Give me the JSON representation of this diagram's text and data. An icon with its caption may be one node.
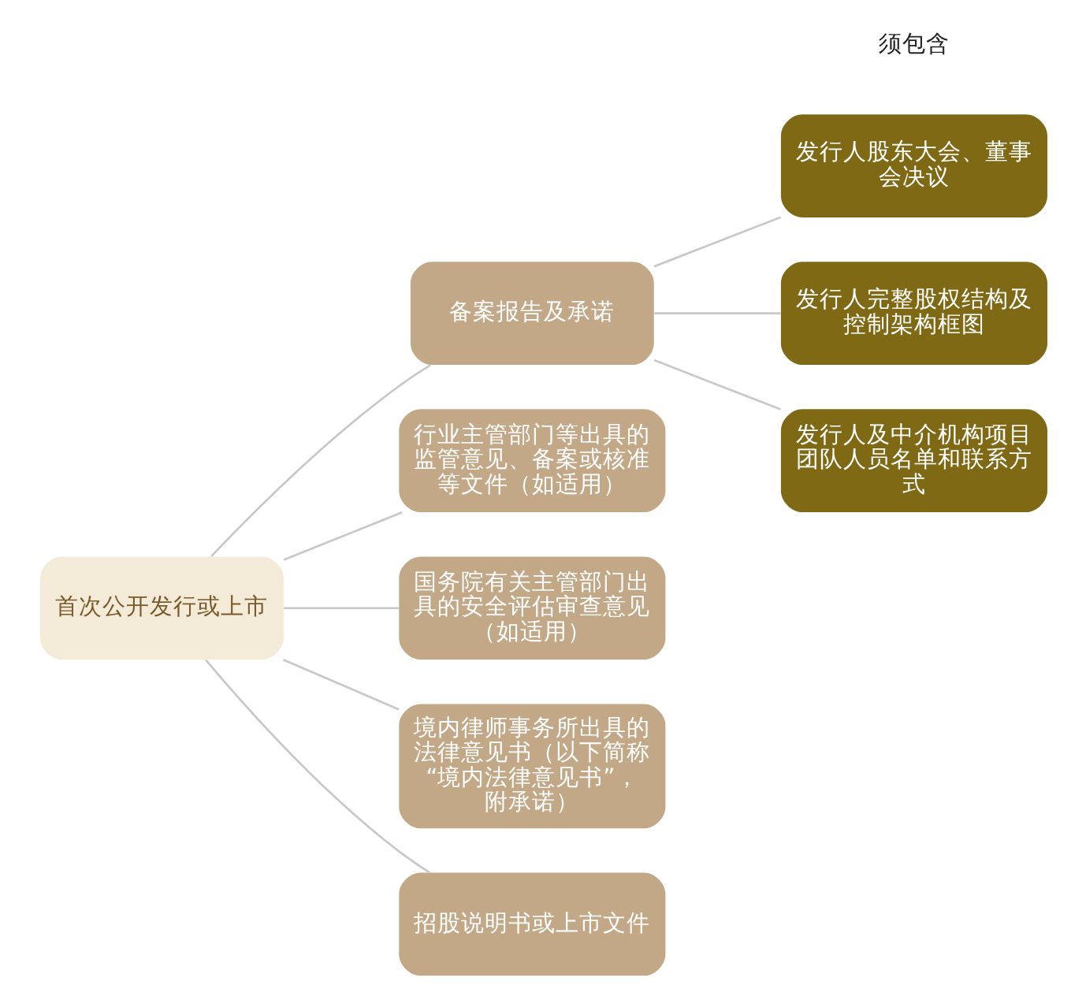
{
  "diagram": {
    "nodes": [
      {
        "text": [
          "首次公开发行或上市"
        ]
      },
      {
        "text": [
          "备案报告及承诺"
        ]
      },
      {
        "text": [
          "行业主管部门等出具的监管意见、备案或核准等文件（如适用）"
        ]
      },
      {
        "text": [
          "国务院有关主管部门出具的安全评估审查意见（如适用）"
        ]
      },
      {
        "text": [
          "境内律师事务所出具的法律意见书（以下简称“境内法律意见书”，附承诺）"
        ]
      },
      {
        "text": [
          "招股说明书或上市文件"
        ]
      },
      {
        "text": [
          "发行人股东大会、董事会决议"
        ]
      },
      {
        "text": [
          "发行人完整股权结构及控制架构框图"
        ]
      },
      {
        "text": [
          "发行人及中介机构项目团队人员名单和联系方式"
        ]
      }
    ],
    "edges": [
      {
        "from": 0,
        "to": 1,
        "arrow": "none"
      },
      {
        "from": 0,
        "to": 2,
        "arrow": "none"
      },
      {
        "from": 0,
        "to": 3,
        "arrow": "none"
      },
      {
        "from": 0,
        "to": 4,
        "arrow": "none"
      },
      {
        "from": 0,
        "to": 5,
        "arrow": "none"
      },
      {
        "from": 1,
        "to": 6,
        "arrow": "none"
      },
      {
        "from": 1,
        "to": 7,
        "arrow": "none"
      },
      {
        "from": 1,
        "to": 8,
        "arrow": "none"
      }
    ],
    "labels": [
      "须包含"
    ]
  }
}
